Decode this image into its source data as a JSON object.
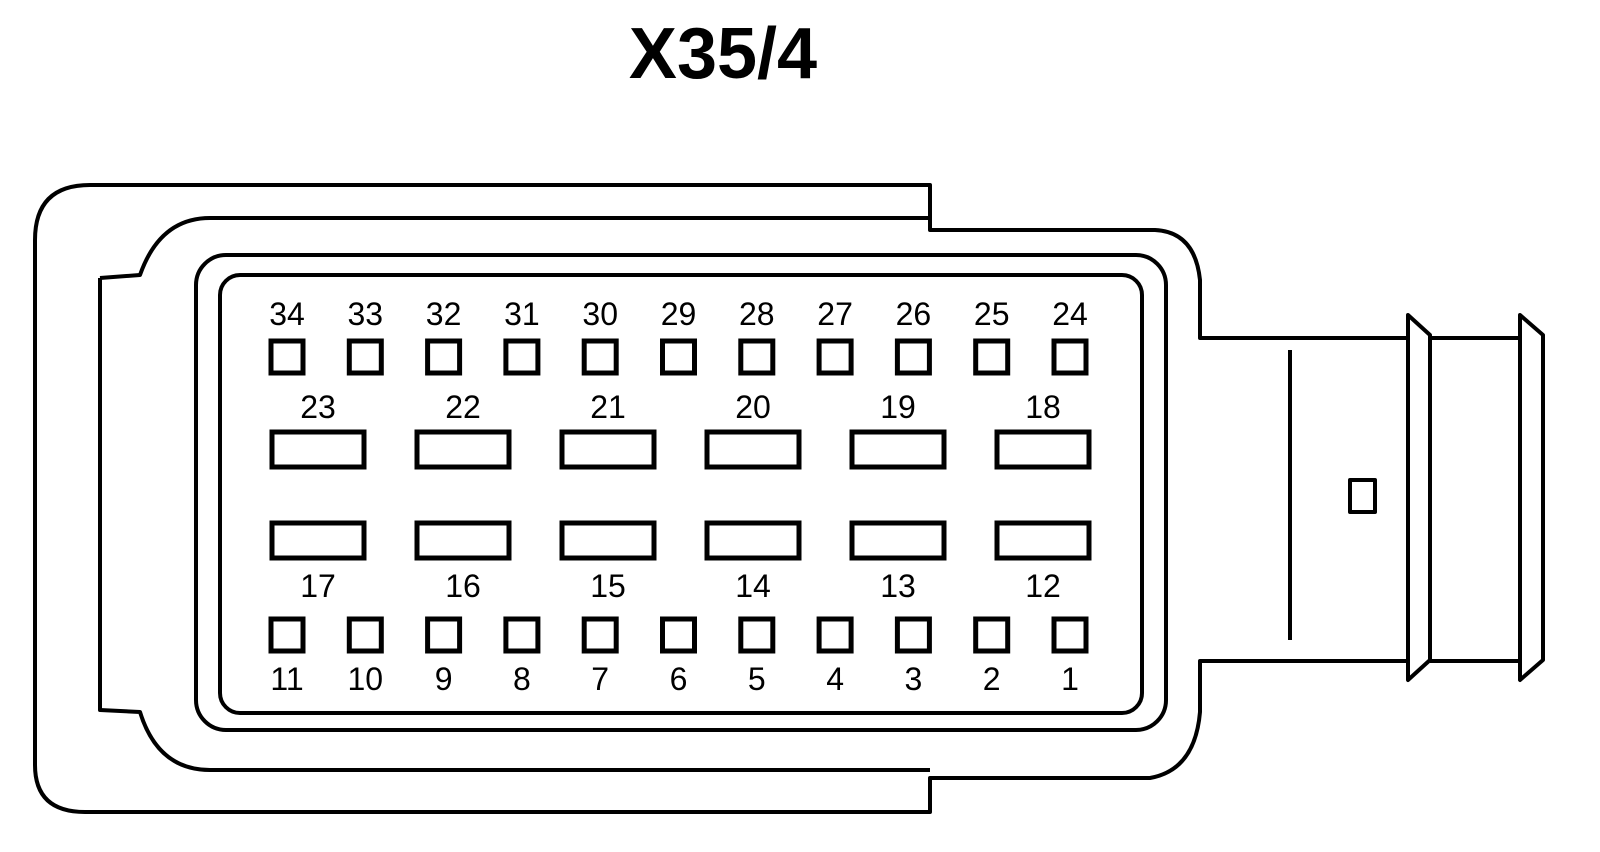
{
  "title": "X35/4",
  "pins": {
    "top_small": [
      "34",
      "33",
      "32",
      "31",
      "30",
      "29",
      "28",
      "27",
      "26",
      "25",
      "24"
    ],
    "upper_large": [
      "23",
      "22",
      "21",
      "20",
      "19",
      "18"
    ],
    "lower_large": [
      "17",
      "16",
      "15",
      "14",
      "13",
      "12"
    ],
    "bottom_small": [
      "11",
      "10",
      "9",
      "8",
      "7",
      "6",
      "5",
      "4",
      "3",
      "2",
      "1"
    ]
  }
}
